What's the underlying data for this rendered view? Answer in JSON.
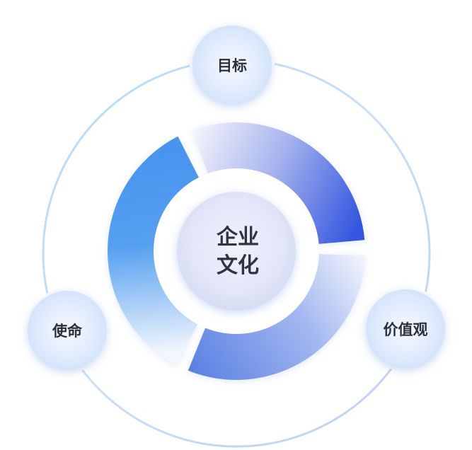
{
  "center": {
    "line1": "企业",
    "line2": "文化"
  },
  "nodes": {
    "top": {
      "label": "目标"
    },
    "left": {
      "label": "使命"
    },
    "right": {
      "label": "价值观"
    }
  },
  "colors": {
    "outer_ring_start": "#b9dcf5",
    "outer_ring_end": "#c2d2ef",
    "segment_top_dark": "#3a5ee0",
    "segment_top_light": "#eef1fb",
    "segment_left_dark": "#4c97ee",
    "segment_left_light": "#eef5fc",
    "segment_bottom_dark": "#5c82e6",
    "segment_bottom_light": "#e7edfa",
    "node_fill": "#e8f1fd",
    "label_color": "#2b2f3a"
  }
}
